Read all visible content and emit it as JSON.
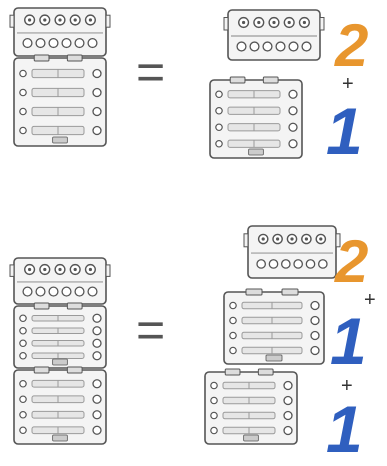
{
  "rows": [
    {
      "equals_symbol": "=",
      "parts": [
        {
          "count_label": "2",
          "color": "#e8962e"
        },
        {
          "plus_symbol": "+"
        },
        {
          "count_label": "1",
          "color": "#2f5fbf"
        }
      ]
    },
    {
      "equals_symbol": "=",
      "parts": [
        {
          "count_label": "2",
          "color": "#e8962e"
        },
        {
          "plus_symbol": "+"
        },
        {
          "count_label": "1",
          "color": "#2f5fbf"
        },
        {
          "plus_symbol": "+"
        },
        {
          "count_label": "1",
          "color": "#2f5fbf"
        }
      ]
    }
  ],
  "colors": {
    "outline": "#555555",
    "fill": "#f4f4f4",
    "detail": "#9a9a9a",
    "orange": "#e8962e",
    "blue": "#2f5fbf"
  }
}
